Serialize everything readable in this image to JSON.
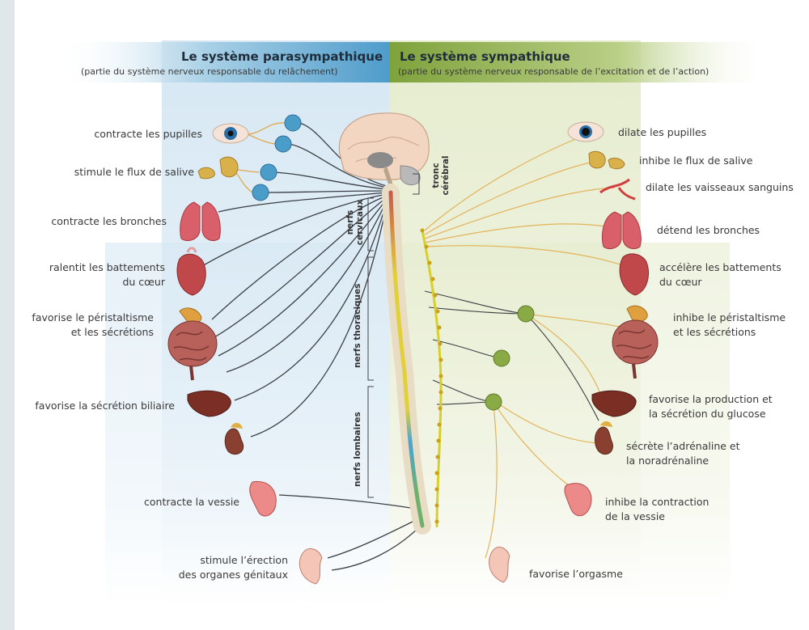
{
  "header": {
    "para_title": "Le système parasympathique",
    "para_subtitle": "(partie du système nerveux responsable du relâchement)",
    "symp_title": "Le système sympathique",
    "symp_subtitle": "(partie du système nerveux responsable de l’excitation et de l’action)"
  },
  "colors": {
    "para_header": "#5aa6cf",
    "symp_header": "#8fb04a",
    "para_bg": "#e4eff7",
    "symp_bg": "#eef3dc",
    "para_ganglion": "#4a9cc9",
    "symp_ganglion": "#8aaa46",
    "symp_chain": "#d8d02a",
    "symp_nerve": "#e3b35a",
    "para_nerve": "#3a3f44"
  },
  "para_labels": {
    "pupils": "contracte les pupilles",
    "saliva": "stimule le flux de salive",
    "bronchi_1": "contracte les bronches",
    "heart_1": "ralentit les battements",
    "heart_2": "du cœur",
    "digest_1": "favorise le péristaltisme",
    "digest_2": "et les sécrétions",
    "bile": "favorise la sécrétion biliaire",
    "bladder": "contracte la vessie",
    "genital_1": "stimule l’érection",
    "genital_2": "des organes génitaux"
  },
  "symp_labels": {
    "pupils": "dilate les pupilles",
    "saliva": "inhibe le flux de salive",
    "vessels": "dilate les vaisseaux sanguins",
    "bronchi": "détend les bronches",
    "heart_1": "accélère les battements",
    "heart_2": "du cœur",
    "digest_1": "inhibe le péristaltisme",
    "digest_2": "et les sécrétions",
    "glucose_1": "favorise la production et",
    "glucose_2": "la sécrétion du glucose",
    "adrenal_1": "sécrète l’adrénaline et",
    "adrenal_2": "la noradrénaline",
    "bladder_1": "inhibe la contraction",
    "bladder_2": "de la vessie",
    "genital": "favorise l’orgasme"
  },
  "spine_labels": {
    "brainstem": "tronc cérébral",
    "cervical": "nerfs cervicaux",
    "thoracic": "nerfs thoraciques",
    "lumbar": "nerfs lombaires"
  }
}
